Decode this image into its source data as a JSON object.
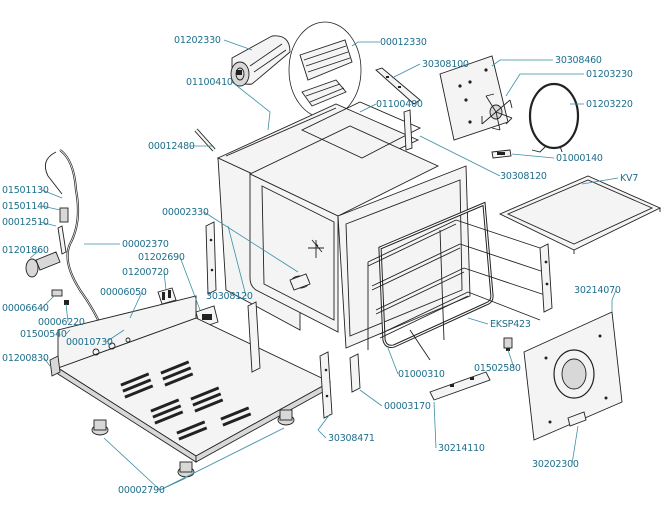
{
  "labels": [
    {
      "id": "l01202330",
      "text": "01202330"
    },
    {
      "id": "l00012330",
      "text": "00012330"
    },
    {
      "id": "l30308460",
      "text": "30308460"
    },
    {
      "id": "l30308100",
      "text": "30308100"
    },
    {
      "id": "l01203230",
      "text": "01203230"
    },
    {
      "id": "l01100410",
      "text": "01100410"
    },
    {
      "id": "l01203220",
      "text": "01203220"
    },
    {
      "id": "l01100400",
      "text": "01100400"
    },
    {
      "id": "l00012480",
      "text": "00012480"
    },
    {
      "id": "l01000140",
      "text": "01000140"
    },
    {
      "id": "l30308120a",
      "text": "30308120"
    },
    {
      "id": "lKV7",
      "text": "KV7"
    },
    {
      "id": "l01501130",
      "text": "01501130"
    },
    {
      "id": "l01501140",
      "text": "01501140"
    },
    {
      "id": "l00002330",
      "text": "00002330"
    },
    {
      "id": "l00012510",
      "text": "00012510"
    },
    {
      "id": "l00002370",
      "text": "00002370"
    },
    {
      "id": "l01201860",
      "text": "01201860"
    },
    {
      "id": "l01202690",
      "text": "01202690"
    },
    {
      "id": "l01200720",
      "text": "01200720"
    },
    {
      "id": "l30214070",
      "text": "30214070"
    },
    {
      "id": "l00006050",
      "text": "00006050"
    },
    {
      "id": "l30308120b",
      "text": "30308120"
    },
    {
      "id": "l00006640",
      "text": "00006640"
    },
    {
      "id": "l00006220",
      "text": "00006220"
    },
    {
      "id": "lEKSP423",
      "text": "EKSP423"
    },
    {
      "id": "l01500540",
      "text": "01500540"
    },
    {
      "id": "l00010730",
      "text": "00010730"
    },
    {
      "id": "l01502580",
      "text": "01502580"
    },
    {
      "id": "l01200830",
      "text": "01200830"
    },
    {
      "id": "l01000310",
      "text": "01000310"
    },
    {
      "id": "l00003170",
      "text": "00003170"
    },
    {
      "id": "l30308471",
      "text": "30308471"
    },
    {
      "id": "l30214110",
      "text": "30214110"
    },
    {
      "id": "l30202300",
      "text": "30202300"
    },
    {
      "id": "l00002790",
      "text": "00002790"
    }
  ]
}
